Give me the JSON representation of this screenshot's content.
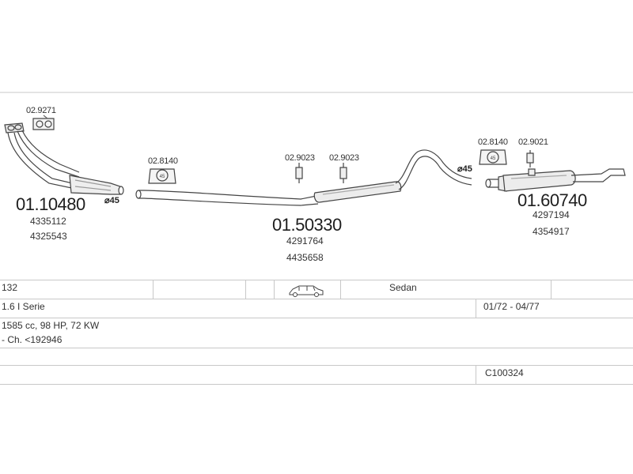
{
  "diagram": {
    "front_pipe": {
      "part_number": "01.10480",
      "oe_numbers": [
        "4335112",
        "4325543"
      ],
      "gasket": "02.9271",
      "diameter": "⌀45"
    },
    "middle_silencer": {
      "part_number": "01.50330",
      "oe_numbers": [
        "4291764",
        "4435658"
      ],
      "mount": "02.8140",
      "hangers": [
        "02.9023",
        "02.9023"
      ]
    },
    "joint_diameter": "⌀45",
    "rear_silencer": {
      "part_number": "01.60740",
      "oe_numbers": [
        "4297194",
        "4354917"
      ],
      "mount": "02.8140",
      "hanger": "02.9021"
    }
  },
  "vehicle": {
    "model": "132",
    "body_type": "Sedan",
    "engine": "1.6 I Serie",
    "production_period": "01/72 - 04/77",
    "specs": "1585 cc, 98 HP, 72 KW",
    "chassis": "- Ch. <192946",
    "kit_code": "C100324"
  }
}
